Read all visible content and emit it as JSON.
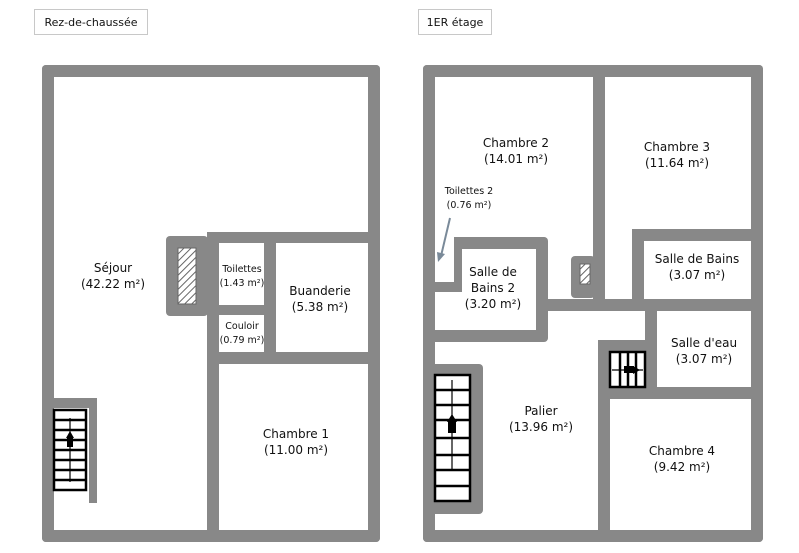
{
  "floors": [
    {
      "title": "Rez-de-chaussée",
      "rooms": [
        {
          "name": "Séjour",
          "area": "(42.22 m²)"
        },
        {
          "name": "Toilettes",
          "area": "(1.43 m²)"
        },
        {
          "name": "Buanderie",
          "area": "(5.38 m²)"
        },
        {
          "name": "Couloir",
          "area": "(0.79 m²)"
        },
        {
          "name": "Chambre 1",
          "area": "(11.00 m²)"
        }
      ]
    },
    {
      "title": "1ER étage",
      "rooms": [
        {
          "name": "Chambre 2",
          "area": "(14.01 m²)"
        },
        {
          "name": "Chambre 3",
          "area": "(11.64 m²)"
        },
        {
          "name": "Toilettes 2",
          "area": "(0.76 m²)"
        },
        {
          "name": "Salle de",
          "name2": "Bains 2",
          "area": "(3.20 m²)"
        },
        {
          "name": "Salle de Bains",
          "area": "(3.07 m²)"
        },
        {
          "name": "Salle d'eau",
          "area": "(3.07 m²)"
        },
        {
          "name": "Palier",
          "area": "(13.96 m²)"
        },
        {
          "name": "Chambre 4",
          "area": "(9.42 m²)"
        }
      ]
    }
  ]
}
